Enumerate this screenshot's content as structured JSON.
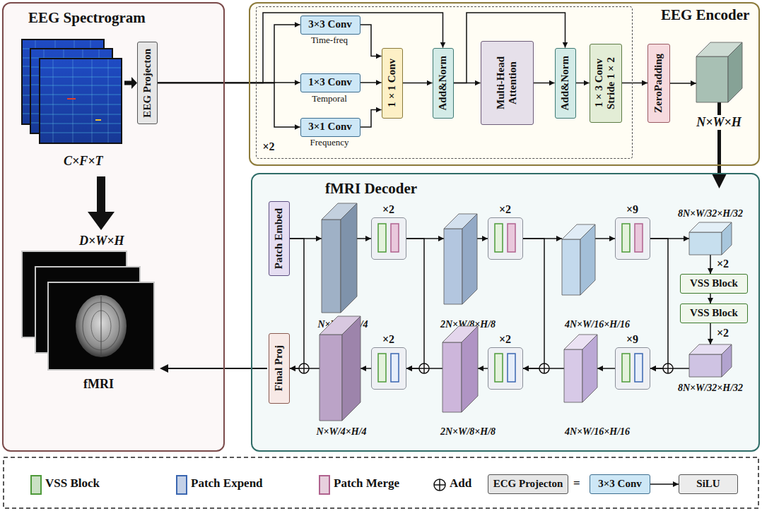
{
  "diagram": {
    "nodes": [
      {
        "text": [
          "EEG Spectrogram"
        ]
      },
      {
        "text": [
          "EEG Projecton"
        ],
        "in": 0
      },
      {
        "text": [
          "EEG Encoder"
        ]
      },
      {
        "text": [
          "×2"
        ],
        "in": 2
      },
      {
        "text": [
          "3×3 Conv",
          "Time-freq"
        ],
        "in": 3
      },
      {
        "text": [
          "1×3 Conv",
          "Temporal"
        ],
        "in": 3
      },
      {
        "text": [
          "3×1 Conv",
          "Frequency"
        ],
        "in": 3
      },
      {
        "text": [
          "1×1 Conv"
        ],
        "in": 3
      },
      {
        "text": [
          "Add&Norm"
        ],
        "in": 3
      },
      {
        "text": [
          "Multi-Head Attention"
        ],
        "in": 3
      },
      {
        "text": [
          "Add&Norm"
        ],
        "in": 3
      },
      {
        "text": [
          "1×3 Conv Stride 1×2"
        ],
        "in": 3
      },
      {
        "text": [
          "ZeroPadding"
        ],
        "in": 2
      },
      {
        "text": [
          "N×W×H"
        ],
        "in": 2
      },
      {
        "text": [
          "fMRI Decoder"
        ]
      },
      {
        "text": [
          "Patch Embed"
        ],
        "in": 14
      },
      {
        "text": [
          "N×W/4×H/4"
        ],
        "in": 14
      },
      {
        "text": [
          "×2"
        ],
        "in": 14
      },
      {
        "text": [
          "2N×W/8×H/8"
        ],
        "in": 14
      },
      {
        "text": [
          "×2"
        ],
        "in": 14
      },
      {
        "text": [
          "4N×W/16×H/16"
        ],
        "in": 14
      },
      {
        "text": [
          "×9"
        ],
        "in": 14
      },
      {
        "text": [
          "8N×W/32×H/32"
        ],
        "in": 14
      },
      {
        "text": [
          "VSS Block"
        ],
        "in": 14
      },
      {
        "text": [
          "VSS Block"
        ],
        "in": 14
      },
      {
        "text": [
          "8N×W/32×H/32"
        ],
        "in": 14
      },
      {
        "text": [
          "×9"
        ],
        "in": 14
      },
      {
        "text": [
          "4N×W/16×H/16"
        ],
        "in": 14
      },
      {
        "text": [
          "×2"
        ],
        "in": 14
      },
      {
        "text": [
          "2N×W/8×H/8"
        ],
        "in": 14
      },
      {
        "text": [
          "×2"
        ],
        "in": 14
      },
      {
        "text": [
          "N×W/4×H/4"
        ],
        "in": 14
      },
      {
        "text": [
          "Final Proj"
        ],
        "in": 14
      },
      {
        "text": [
          "ECG Projecton"
        ]
      },
      {
        "text": [
          "3×3 Conv"
        ]
      },
      {
        "text": [
          "SiLU"
        ]
      }
    ],
    "edges": [
      {
        "from": 1,
        "to": 4,
        "arrow": "to"
      },
      {
        "from": 1,
        "to": 5,
        "arrow": "to"
      },
      {
        "from": 1,
        "to": 6,
        "arrow": "to"
      },
      {
        "from": 1,
        "to": 8,
        "arrow": "to"
      },
      {
        "from": 4,
        "to": 7,
        "arrow": "to"
      },
      {
        "from": 5,
        "to": 7,
        "arrow": "to"
      },
      {
        "from": 6,
        "to": 7,
        "arrow": "to"
      },
      {
        "from": 7,
        "to": 8,
        "arrow": "to"
      },
      {
        "from": 8,
        "to": 9,
        "arrow": "to"
      },
      {
        "from": 8,
        "to": 10,
        "arrow": "to"
      },
      {
        "from": 9,
        "to": 10,
        "arrow": "to"
      },
      {
        "from": 10,
        "to": 11,
        "arrow": "to"
      },
      {
        "from": 11,
        "to": 12,
        "arrow": "to"
      },
      {
        "from": 12,
        "to": 13,
        "arrow": "to"
      },
      {
        "from": 13,
        "to": 14,
        "arrow": "to"
      },
      {
        "from": 15,
        "to": 16,
        "arrow": "to"
      },
      {
        "from": 16,
        "to": 17,
        "arrow": "to"
      },
      {
        "from": 17,
        "to": 18,
        "arrow": "to"
      },
      {
        "from": 18,
        "to": 19,
        "arrow": "to"
      },
      {
        "from": 19,
        "to": 20,
        "arrow": "to"
      },
      {
        "from": 20,
        "to": 21,
        "arrow": "to"
      },
      {
        "from": 21,
        "to": 22,
        "arrow": "to"
      },
      {
        "from": 22,
        "to": 23,
        "arrow": "to"
      },
      {
        "from": 23,
        "to": 24,
        "arrow": "to"
      },
      {
        "from": 24,
        "to": 25,
        "arrow": "to"
      },
      {
        "from": 25,
        "to": 26,
        "arrow": "to"
      },
      {
        "from": 26,
        "to": 27,
        "arrow": "to"
      },
      {
        "from": 27,
        "to": 28,
        "arrow": "to"
      },
      {
        "from": 28,
        "to": 29,
        "arrow": "to"
      },
      {
        "from": 29,
        "to": 30,
        "arrow": "to"
      },
      {
        "from": 30,
        "to": 31,
        "arrow": "to"
      },
      {
        "from": 31,
        "to": 32,
        "arrow": "to"
      },
      {
        "from": 15,
        "to": 32,
        "arrow": "to"
      },
      {
        "from": 17,
        "to": 30,
        "arrow": "to"
      },
      {
        "from": 19,
        "to": 28,
        "arrow": "to"
      },
      {
        "from": 21,
        "to": 26,
        "arrow": "to"
      },
      {
        "from": 34,
        "to": 35,
        "arrow": "to"
      }
    ],
    "labels": [
      "C×F×T",
      "D×W×H",
      "fMRI",
      "×2",
      "×2",
      "="
    ],
    "legend": [
      {
        "text": "VSS Block",
        "color": "#4e9a3a"
      },
      {
        "text": "Patch Expend",
        "color": "#3a66b0"
      },
      {
        "text": "Patch Merge",
        "color": "#b0628e"
      },
      {
        "text": "Add"
      }
    ]
  }
}
